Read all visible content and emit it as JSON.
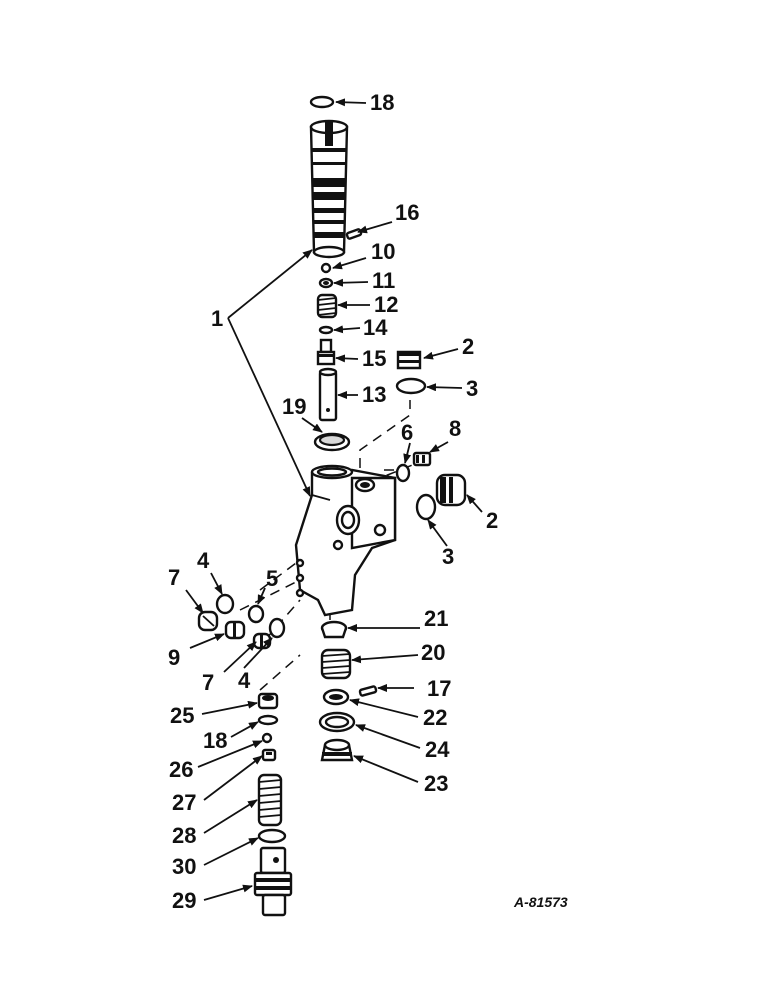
{
  "reference_code": "A-81573",
  "callouts": [
    "18",
    "16",
    "10",
    "11",
    "12",
    "1",
    "14",
    "15",
    "13",
    "2",
    "3",
    "19",
    "6",
    "8",
    "2",
    "3",
    "4",
    "7",
    "5",
    "9",
    "7",
    "4",
    "21",
    "20",
    "17",
    "25",
    "22",
    "18",
    "24",
    "26",
    "23",
    "27",
    "28",
    "30",
    "29"
  ]
}
